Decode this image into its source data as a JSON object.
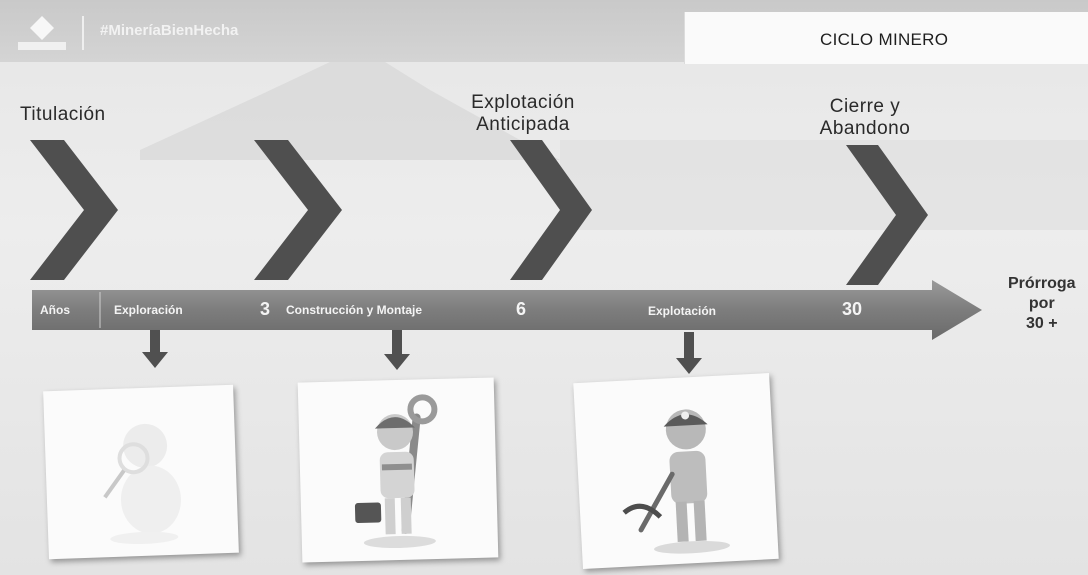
{
  "header": {
    "hashtag": "#MineríaBienHecha",
    "title": "CICLO MINERO"
  },
  "stages": {
    "titulacion": "Titulación",
    "explotacion_anticipada_l1": "Explotación",
    "explotacion_anticipada_l2": "Anticipada",
    "cierre_l1": "Cierre y",
    "cierre_l2": "Abandono"
  },
  "timeline": {
    "anos": "Años",
    "exploracion": "Exploración",
    "year_3": "3",
    "construccion": "Construcción y Montaje",
    "year_6": "6",
    "explotacion": "Explotación",
    "year_30": "30"
  },
  "prorroga": {
    "l1": "Prórroga",
    "l2": "por",
    "l3": "30 +"
  },
  "icons": [
    "magnifying-glass-figure",
    "builder-with-wrench-figure",
    "miner-with-pickaxe-figure"
  ]
}
